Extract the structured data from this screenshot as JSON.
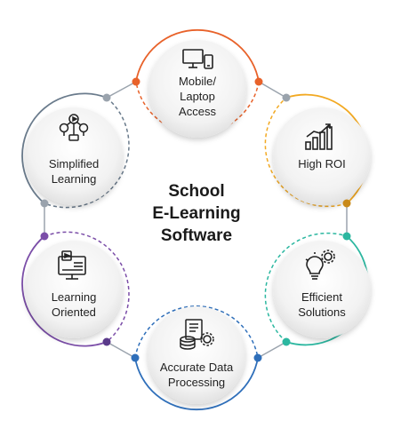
{
  "center_title": "School\nE-Learning\nSoftware",
  "nodes": [
    {
      "label": "Mobile/\nLaptop\nAccess",
      "icon": "devices-icon",
      "color": "#e8622a"
    },
    {
      "label": "High ROI",
      "icon": "growth-chart-icon",
      "color": "#f2a922"
    },
    {
      "label": "Efficient\nSolutions",
      "icon": "lightbulb-gear-icon",
      "color": "#2cb7a0"
    },
    {
      "label": "Accurate Data\nProcessing",
      "icon": "data-processing-icon",
      "color": "#2f6fba"
    },
    {
      "label": "Learning\nOriented",
      "icon": "video-lesson-icon",
      "color": "#7b4ea8"
    },
    {
      "label": "Simplified\nLearning",
      "icon": "learning-network-icon",
      "color": "#6a7b8c"
    }
  ]
}
